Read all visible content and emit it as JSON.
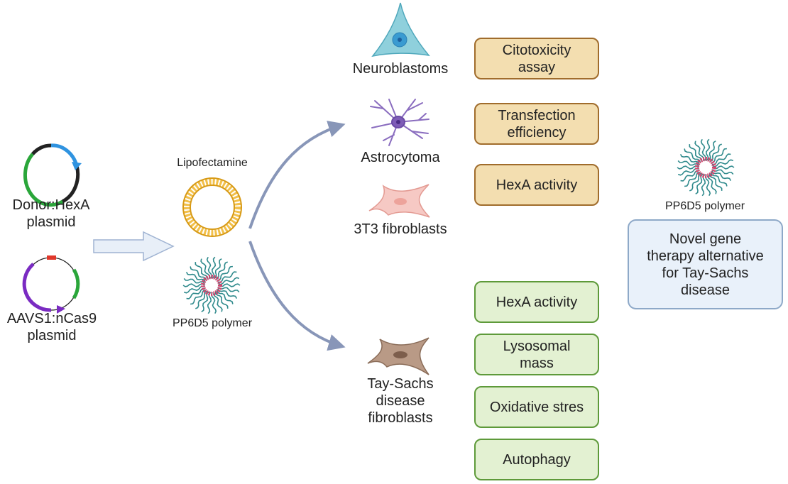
{
  "plasmids": {
    "donor": {
      "line1": "Donor:HexA",
      "line2": "plasmid"
    },
    "aavs1": {
      "line1": "AAVS1:nCas9",
      "line2": "plasmid"
    }
  },
  "carriers": {
    "lipofectamine": "Lipofectamine",
    "polymer": "PP6D5 polymer"
  },
  "cells": {
    "neuroblastoma": "Neuroblastoms",
    "astrocytoma": "Astrocytoma",
    "fibroblasts_3t3": "3T3 fibroblasts",
    "taysachs": {
      "line1": "Tay-Sachs",
      "line2": "disease",
      "line3": "fibroblasts"
    }
  },
  "assays_tan": {
    "cytotoxicity": {
      "line1": "Citotoxicity",
      "line2": "assay"
    },
    "transfection": {
      "line1": "Transfection",
      "line2": "efficiency"
    },
    "hexa": "HexA activity"
  },
  "assays_green": {
    "hexa": "HexA activity",
    "lysosomal": {
      "line1": "Lysosomal",
      "line2": "mass"
    },
    "oxidative": "Oxidative stres",
    "autophagy": "Autophagy"
  },
  "result": {
    "polymer_label": "PP6D5 polymer",
    "conclusion": {
      "line1": "Novel gene",
      "line2": "therapy alternative",
      "line3": "for Tay-Sachs",
      "line4": "disease"
    }
  },
  "colors": {
    "tan_fill": "#f3deb0",
    "tan_border": "#a06c2c",
    "green_fill": "#e3f1d2",
    "green_border": "#5e9a3a",
    "blue_fill": "#e9f1fa",
    "blue_border": "#8ea9c8",
    "arrow": "#8896b8"
  }
}
